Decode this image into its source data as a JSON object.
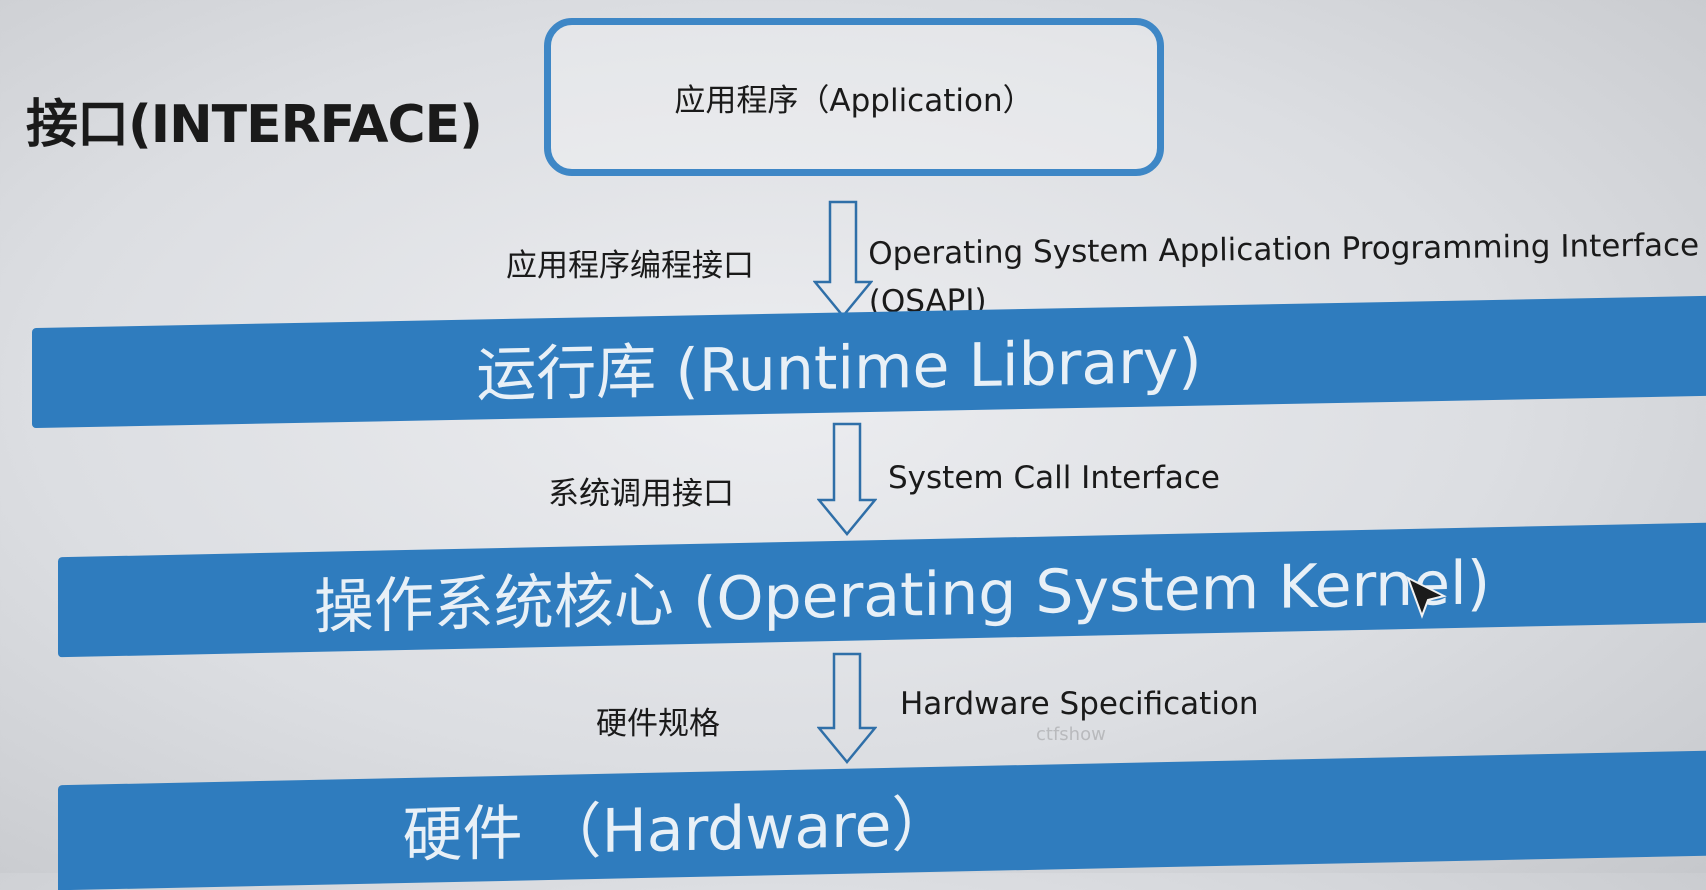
{
  "slide": {
    "title": "接口(INTERFACE)"
  },
  "layers": {
    "application": "应用程序（Application）",
    "runtime": "运行库 (Runtime Library)",
    "kernel": "操作系统核心 (Operating System Kernel)",
    "hardware": "硬件 （Hardware）"
  },
  "interfaces": {
    "api": {
      "cn": "应用程序编程接口",
      "en_line1": "Operating System Application Programming Interface",
      "en_line2": "(OSAPI)"
    },
    "syscall": {
      "cn": "系统调用接口",
      "en": "System Call Interface"
    },
    "hardware_spec": {
      "cn": "硬件规格",
      "en": "Hardware Specification"
    }
  },
  "watermark": "ctfshow",
  "colors": {
    "band_blue": "#2f7cbe",
    "box_border": "#3e87c6",
    "band_text": "#e8f0f7"
  },
  "icons": {
    "arrow": "hollow-down-arrow",
    "pointer": "mouse-pointer-icon"
  }
}
